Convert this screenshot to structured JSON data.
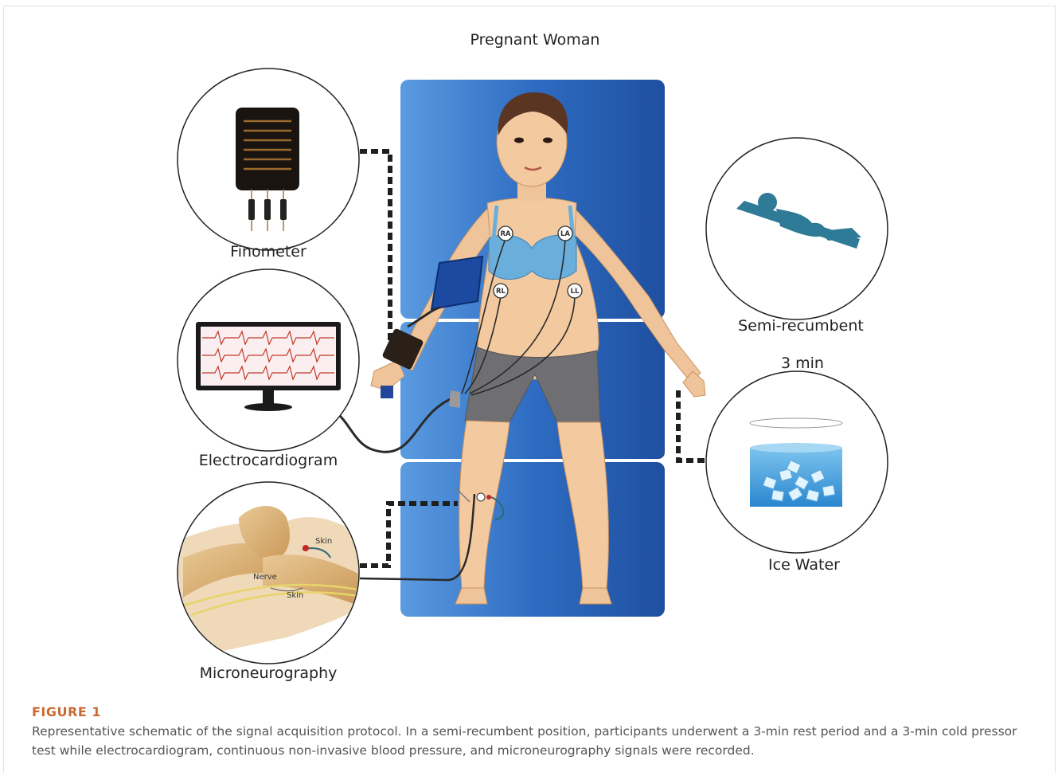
{
  "diagram": {
    "title": "Pregnant Woman",
    "labels": {
      "finometer": "Finometer",
      "electrocardiogram": "Electrocardiogram",
      "microneurography": "Microneurography",
      "semi_recumbent": "Semi-recumbent",
      "duration": "3 min",
      "ice_water": "Ice Water"
    },
    "electrodes": [
      "RA",
      "LA",
      "RL",
      "LL"
    ],
    "knee_labels": {
      "skin_top": "Skin",
      "nerve": "Nerve",
      "skin_bottom": "Skin"
    }
  },
  "figure": {
    "label": "FIGURE 1",
    "caption": "Representative schematic of the signal acquisition protocol. In a semi-recumbent position, participants underwent a 3-min rest period and a 3-min cold pressor test while electrocardiogram, continuous non-invasive blood pressure, and microneurography signals were recorded."
  },
  "colors": {
    "bed_blue": "#2f6cbf",
    "skin": "#f3c9a0",
    "bra": "#6aaedc",
    "shorts": "#6f6f73",
    "silhouette": "#2f7a96",
    "caption_label": "#c96a32"
  }
}
